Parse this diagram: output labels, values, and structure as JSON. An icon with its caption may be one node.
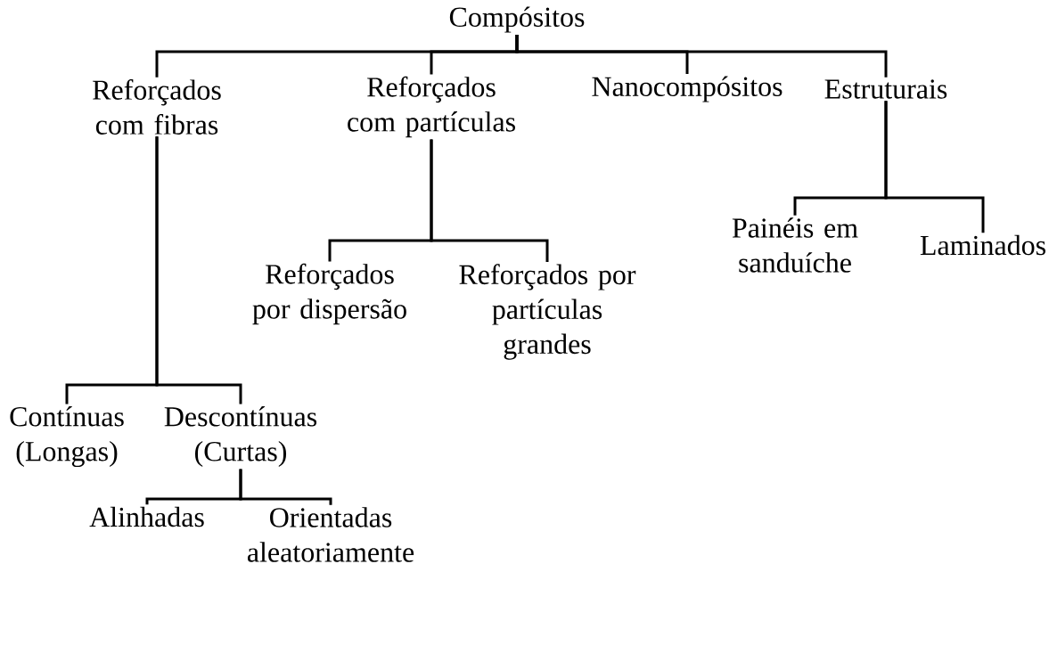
{
  "diagram": {
    "nodes": [
      {
        "text": [
          "Compósitos"
        ]
      },
      {
        "text": [
          "Reforçados com fibras"
        ]
      },
      {
        "text": [
          "Reforçados com partículas"
        ]
      },
      {
        "text": [
          "Nanocompósitos"
        ]
      },
      {
        "text": [
          "Estruturais"
        ]
      },
      {
        "text": [
          "Painéis em sanduíche"
        ]
      },
      {
        "text": [
          "Laminados"
        ]
      },
      {
        "text": [
          "Reforçados por dispersão"
        ]
      },
      {
        "text": [
          "Reforçados por partículas grandes"
        ]
      },
      {
        "text": [
          "Contínuas (Longas)"
        ]
      },
      {
        "text": [
          "Descontínuas (Curtas)"
        ]
      },
      {
        "text": [
          "Alinhadas"
        ]
      },
      {
        "text": [
          "Orientadas aleatoriamente"
        ]
      }
    ],
    "edges": [
      {
        "from": 0,
        "to": 1,
        "arrow": "none"
      },
      {
        "from": 0,
        "to": 2,
        "arrow": "none"
      },
      {
        "from": 0,
        "to": 3,
        "arrow": "none"
      },
      {
        "from": 0,
        "to": 4,
        "arrow": "none"
      },
      {
        "from": 4,
        "to": 5,
        "arrow": "none"
      },
      {
        "from": 4,
        "to": 6,
        "arrow": "none"
      },
      {
        "from": 2,
        "to": 7,
        "arrow": "none"
      },
      {
        "from": 2,
        "to": 8,
        "arrow": "none"
      },
      {
        "from": 1,
        "to": 9,
        "arrow": "none"
      },
      {
        "from": 1,
        "to": 10,
        "arrow": "none"
      },
      {
        "from": 10,
        "to": 11,
        "arrow": "none"
      },
      {
        "from": 10,
        "to": 12,
        "arrow": "none"
      }
    ]
  }
}
